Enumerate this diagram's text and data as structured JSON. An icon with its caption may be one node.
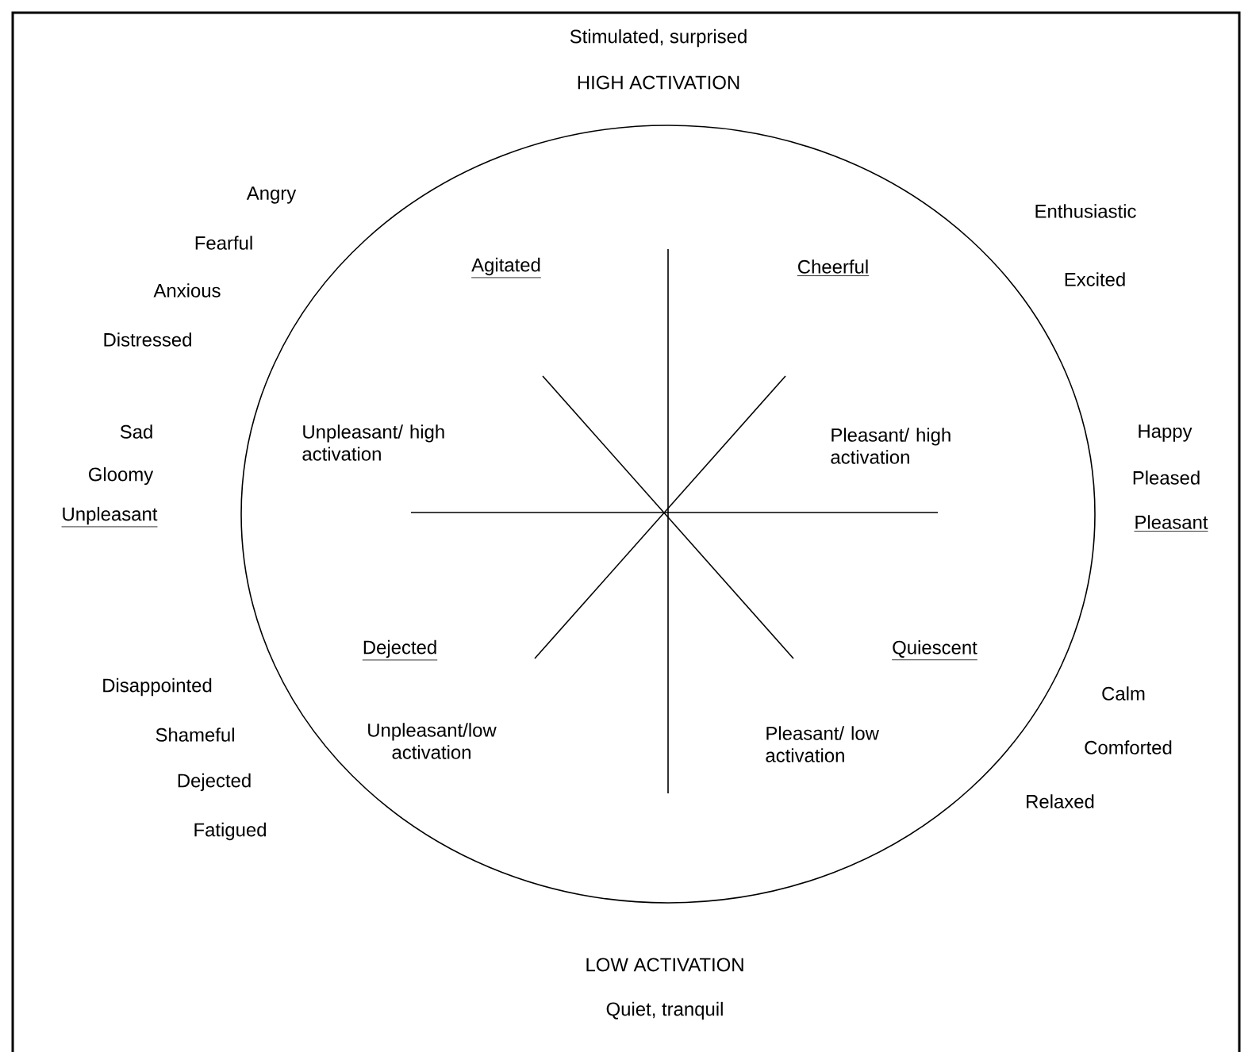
{
  "diagram": {
    "labels": [
      "Stimulated, surprised",
      "HIGH ACTIVATION",
      "Angry",
      "Enthusiastic",
      "Fearful",
      "Agitated",
      "Cheerful",
      "Excited",
      "Anxious",
      "Distressed",
      "Sad",
      "Unpleasant/ high activation",
      "Pleasant/ high activation",
      "Happy",
      "Gloomy",
      "Pleased",
      "Unpleasant",
      "Pleasant",
      "Dejected",
      "Quiescent",
      "Disappointed",
      "Calm",
      "Unpleasant/low activation",
      "Shameful",
      "Pleasant/ low activation",
      "Comforted",
      "Dejected",
      "Relaxed",
      "Fatigued",
      "LOW ACTIVATION",
      "Quiet, tranquil"
    ]
  }
}
